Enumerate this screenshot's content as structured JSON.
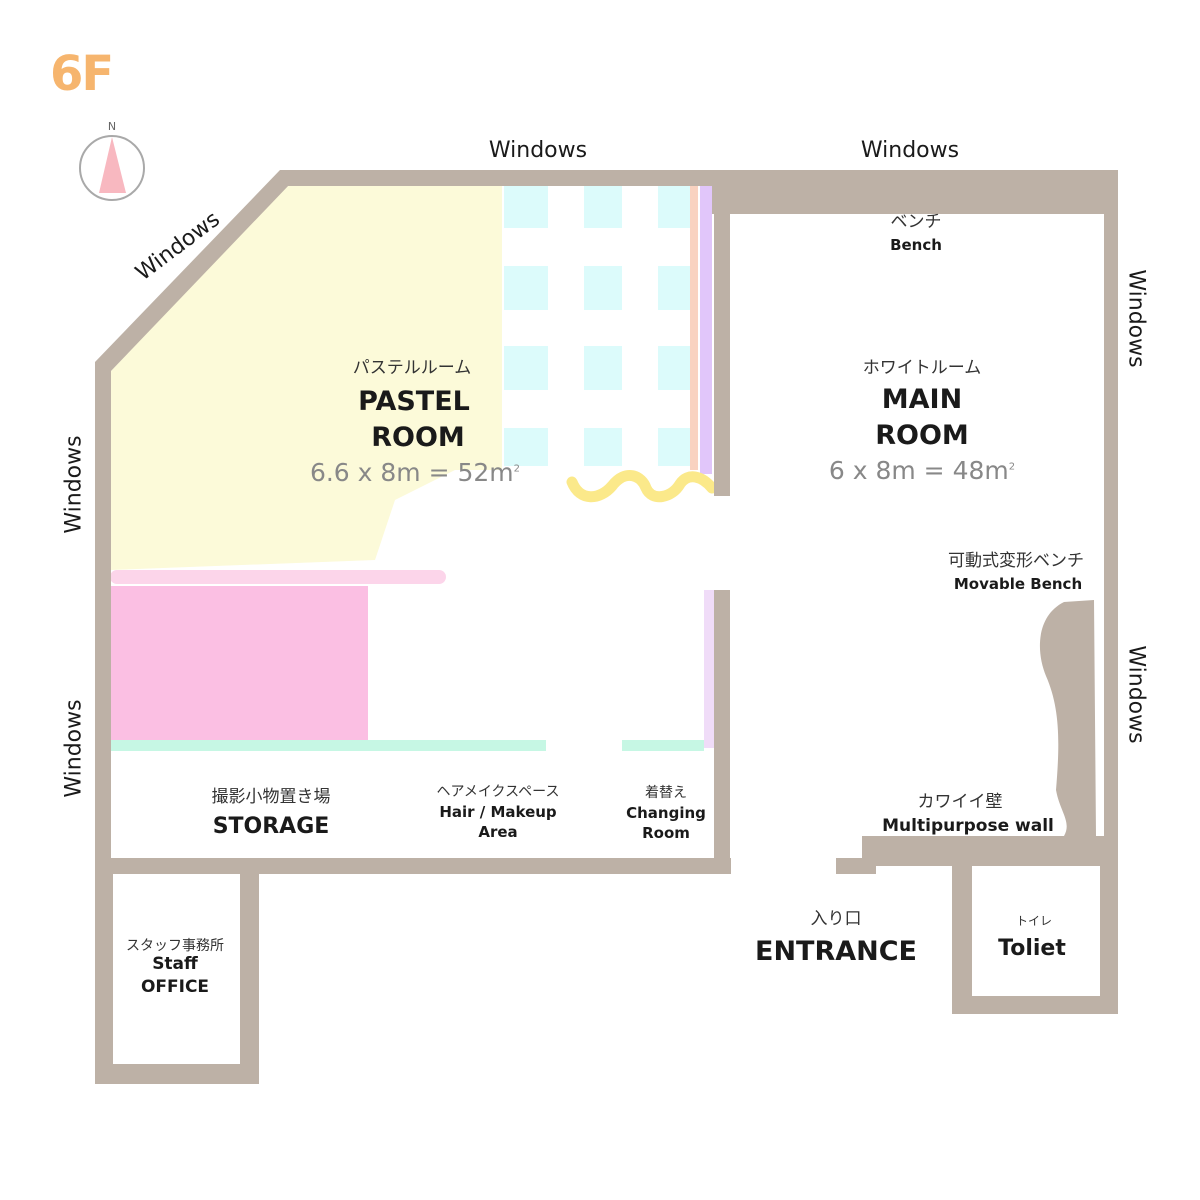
{
  "floor": "6F",
  "compass": {
    "label": "N"
  },
  "windows_label": "Windows",
  "pastel_room": {
    "jp": "パステルルーム",
    "en_line1": "PASTEL",
    "en_line2": "ROOM",
    "area_text": "6.6 x 8m = 52m",
    "area_sup": "2"
  },
  "main_room": {
    "jp": "ホワイトルーム",
    "en_line1": "MAIN",
    "en_line2": "ROOM",
    "area_text": "6 x 8m = 48m",
    "area_sup": "2"
  },
  "bench": {
    "jp": "ベンチ",
    "en": "Bench"
  },
  "movable_bench": {
    "jp": "可動式変形ベンチ",
    "en": "Movable Bench"
  },
  "multipurpose_wall": {
    "jp": "カワイイ壁",
    "en": "Multipurpose wall"
  },
  "storage": {
    "jp": "撮影小物置き場",
    "en": "STORAGE"
  },
  "hair_makeup": {
    "jp": "ヘアメイクスペース",
    "en_line1": "Hair / Makeup",
    "en_line2": "Area"
  },
  "changing_room": {
    "jp": "着替え",
    "en_line1": "Changing",
    "en_line2": "Room"
  },
  "staff_office": {
    "jp": "スタッフ事務所",
    "en_line1": "Staff",
    "en_line2": "OFFICE"
  },
  "entrance": {
    "jp": "入り口",
    "en": "ENTRANCE"
  },
  "toilet": {
    "jp": "トイレ",
    "en": "Toliet"
  },
  "colors": {
    "wall": "#bdb1a6",
    "pastel_yellow": "#fcfad9",
    "pink": "#fbbfe3",
    "light_pink": "#fcd5ea",
    "mint": "#c6f7e4",
    "light_cyan": "#dcfbfb",
    "peach": "#f9d2c0",
    "lavender": "#e1c6fa",
    "squiggle": "#fbe98a",
    "floor_label": "#f6b56e",
    "compass_needle": "#f8b8c0"
  }
}
